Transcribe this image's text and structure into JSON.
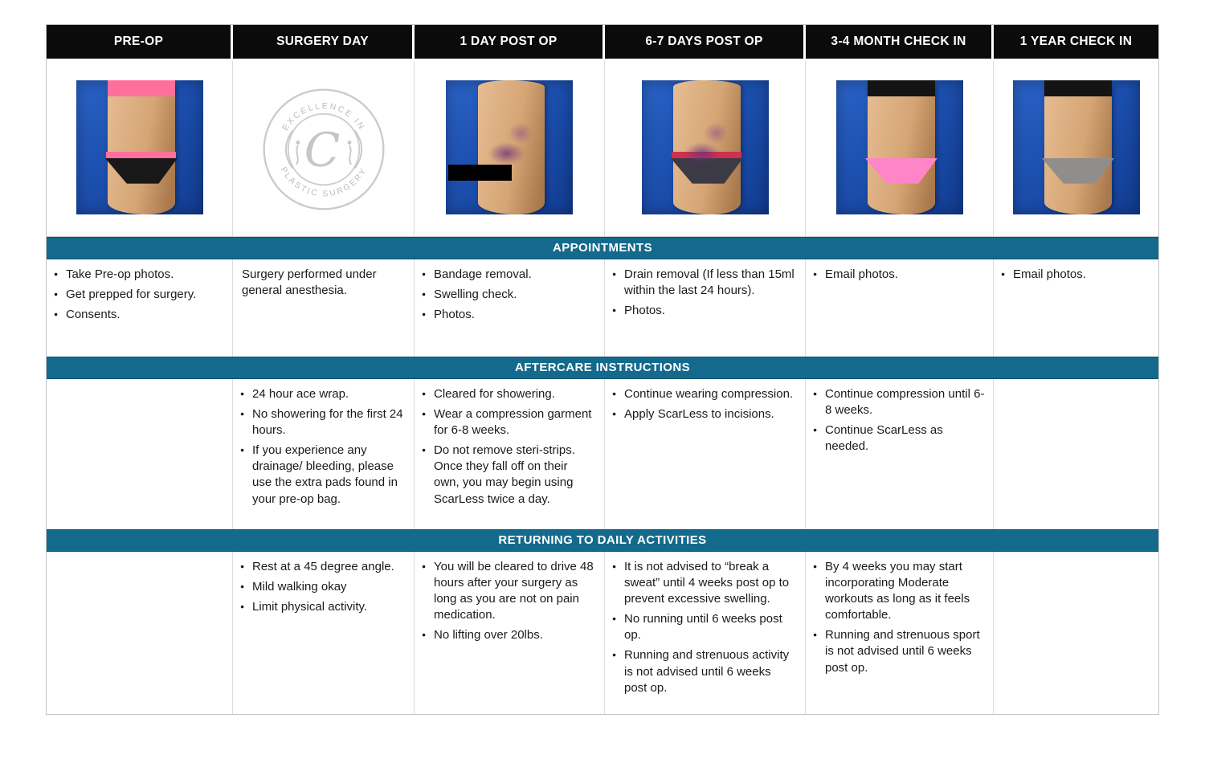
{
  "headers": [
    "PRE-OP",
    "SURGERY DAY",
    "1 DAY POST OP",
    "6-7 DAYS POST OP",
    "3-4 MONTH CHECK IN",
    "1 YEAR CHECK IN"
  ],
  "colors": {
    "band_teal": "#136a8c",
    "header_black": "#0b0b0b",
    "photo_backdrop_blue": "#1c4fae"
  },
  "logo": {
    "arc_top": "EXCELLENCE IN",
    "arc_bottom": "PLASTIC SURGERY",
    "monogram": "C"
  },
  "photos": {
    "pre_op": {
      "caption": "pre-op front-angle torso photo",
      "top": "#ff6f9e",
      "waist": "#ff6f9e",
      "bottom": "#181818",
      "bruised": false,
      "censored": false
    },
    "day1": {
      "caption": "1 day post op bruised torso photo",
      "top": "",
      "waist": "",
      "bottom": "",
      "bruised": true,
      "censored": true
    },
    "days67": {
      "caption": "6-7 days post op torso photo",
      "top": "",
      "waist": "#cf3050",
      "bottom": "#3c3a45",
      "bruised": true,
      "censored": false
    },
    "month34": {
      "caption": "3-4 month check in torso photo",
      "top": "#141414",
      "waist": "",
      "bottom": "#ff85c8",
      "bruised": false,
      "censored": false
    },
    "year1": {
      "caption": "1 year check in torso photo",
      "top": "#141414",
      "waist": "",
      "bottom": "#8f8e8a",
      "bruised": false,
      "censored": false
    }
  },
  "sections": {
    "appointments": {
      "title": "APPOINTMENTS",
      "cells": {
        "pre_op": {
          "bullets": [
            "Take Pre-op photos.",
            "Get prepped for surgery.",
            "Consents."
          ]
        },
        "surgery_day": {
          "text": "Surgery performed under general anesthesia."
        },
        "day1": {
          "bullets": [
            "Bandage removal.",
            "Swelling check.",
            "Photos."
          ]
        },
        "days67": {
          "bullets": [
            "Drain removal (If less than 15ml within the last 24 hours).",
            "Photos."
          ]
        },
        "month34": {
          "bullets": [
            "Email photos."
          ]
        },
        "year1": {
          "bullets": [
            "Email photos."
          ]
        }
      }
    },
    "aftercare": {
      "title": "AFTERCARE INSTRUCTIONS",
      "cells": {
        "surgery_day": {
          "bullets": [
            "24 hour ace wrap.",
            "No showering for the first 24 hours.",
            "If you experience any drainage/ bleeding, please use the extra pads found in your pre-op bag."
          ]
        },
        "day1": {
          "bullets": [
            "Cleared for showering.",
            "Wear a compression garment for 6-8 weeks.",
            "Do not remove steri-strips. Once they fall off on their own, you may begin using ScarLess twice a day."
          ]
        },
        "days67": {
          "bullets": [
            "Continue wearing compression.",
            "Apply ScarLess to incisions."
          ]
        },
        "month34": {
          "bullets": [
            "Continue compression until 6-8 weeks.",
            "Continue ScarLess as needed."
          ]
        }
      }
    },
    "daily_activities": {
      "title": "RETURNING TO DAILY ACTIVITIES",
      "cells": {
        "surgery_day": {
          "bullets": [
            "Rest at a 45 degree angle.",
            "Mild walking okay",
            "Limit physical activity."
          ]
        },
        "day1": {
          "bullets": [
            "You will be cleared to drive 48 hours after your surgery as long as you are not on pain medication.",
            "No lifting over 20lbs."
          ]
        },
        "days67": {
          "bullets": [
            "It is not advised to “break a sweat” until 4 weeks post op to prevent excessive swelling.",
            "No running until 6 weeks post op.",
            "Running and strenuous activity is not advised until 6 weeks post op."
          ]
        },
        "month34": {
          "bullets": [
            "By 4 weeks you may start incorporating Moderate workouts as long as it feels comfortable.",
            "Running and strenuous sport is not advised until 6 weeks post op."
          ]
        }
      }
    }
  }
}
